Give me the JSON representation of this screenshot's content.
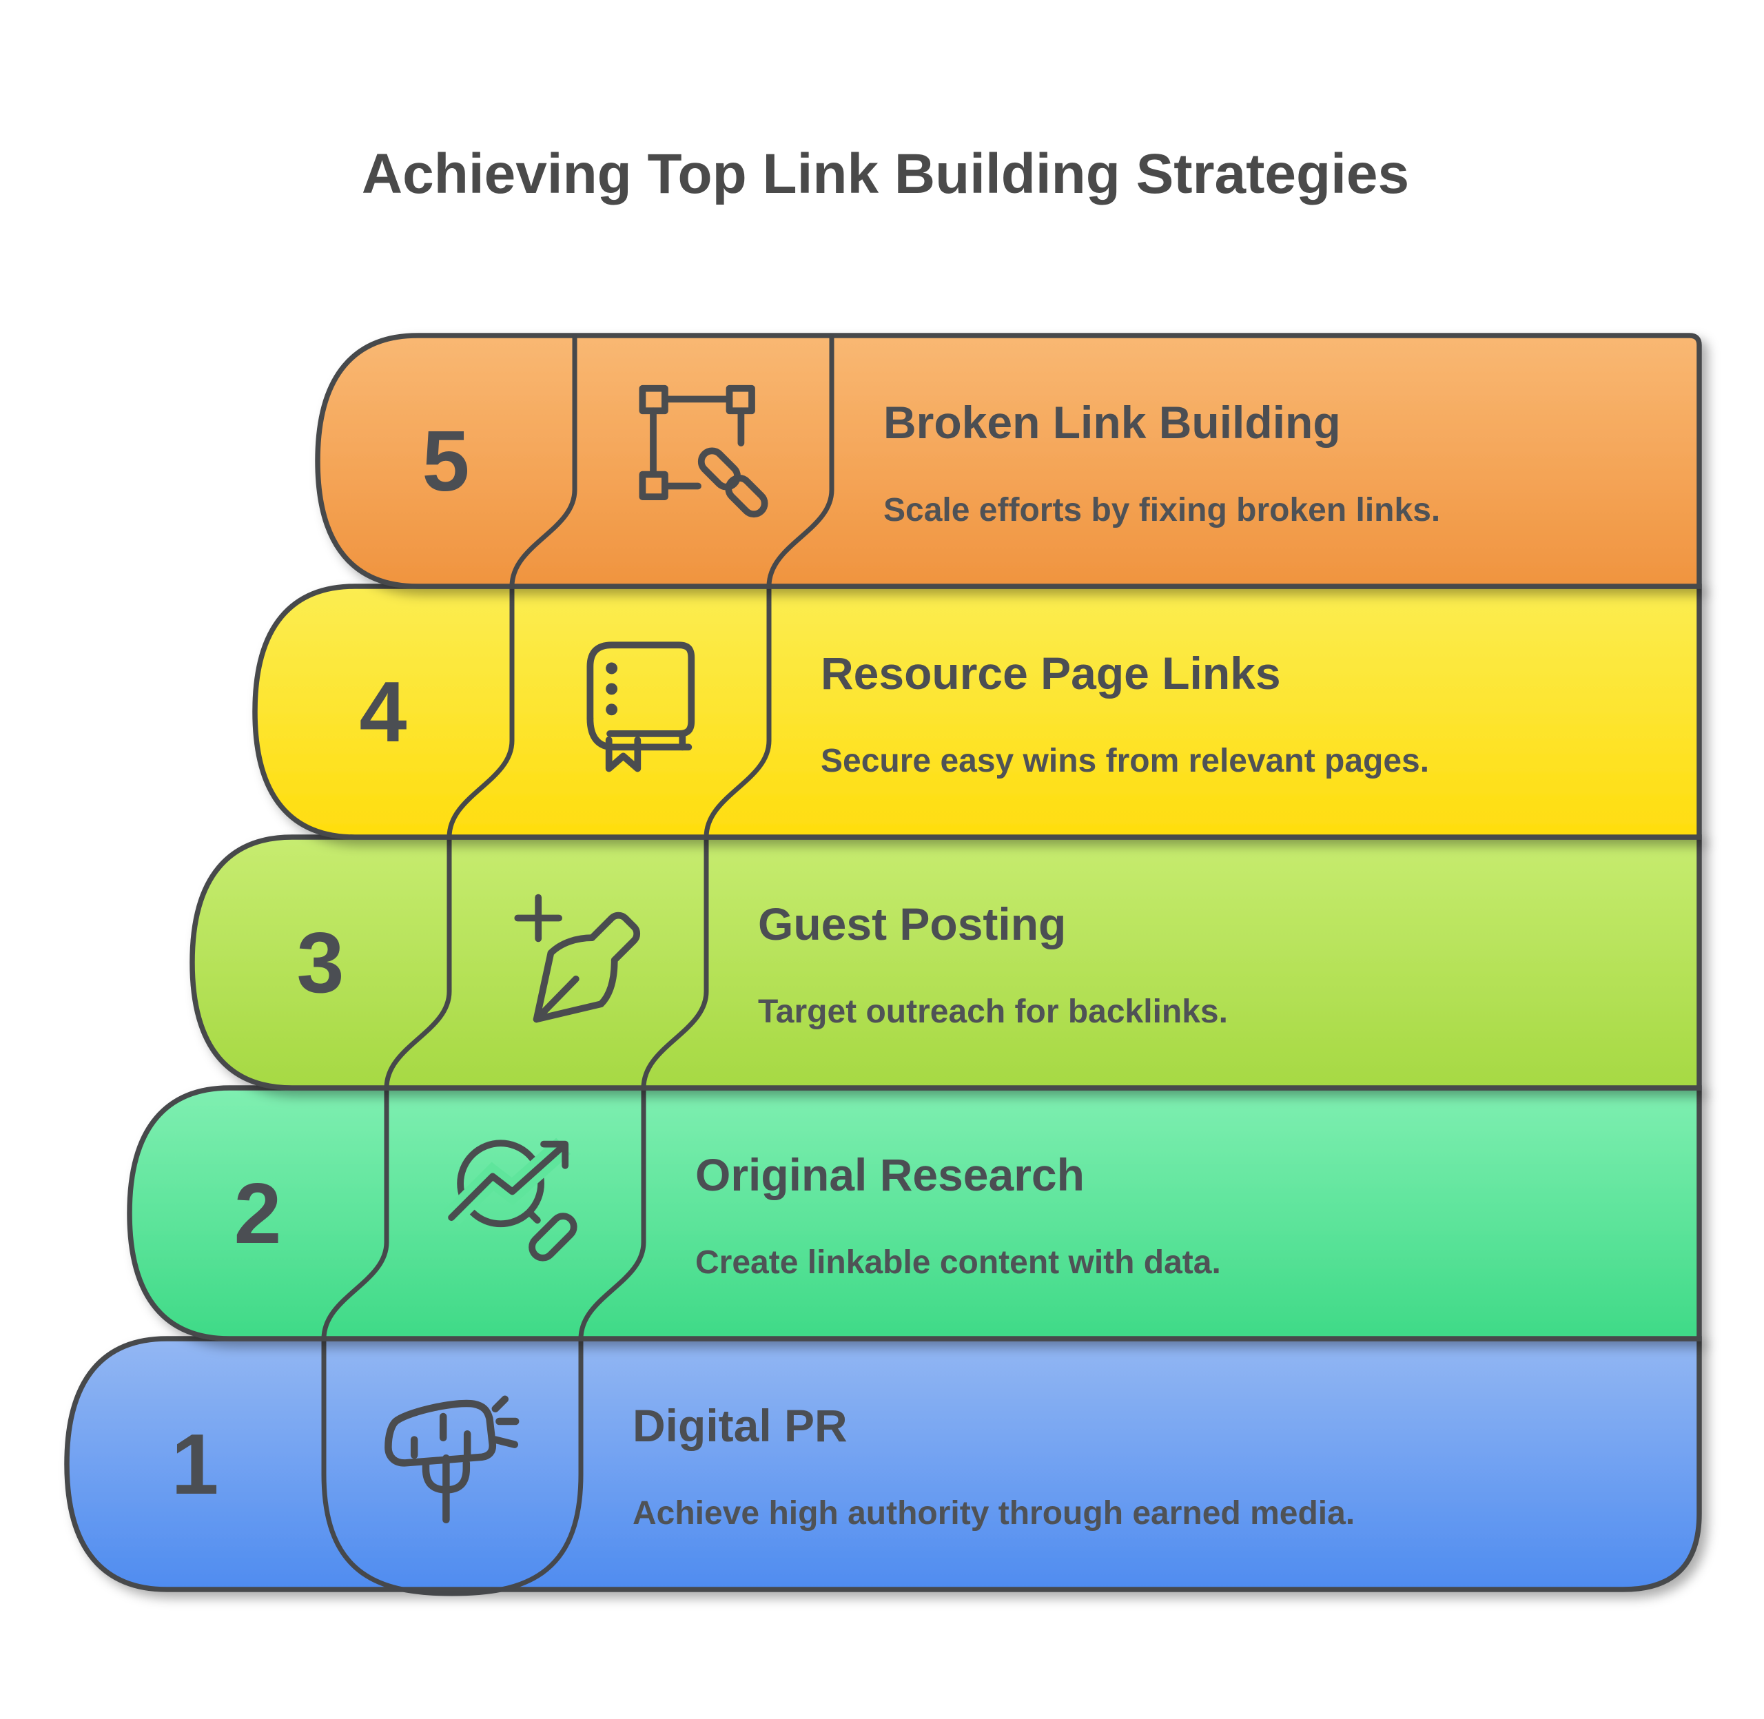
{
  "title": "Achieving Top Link Building Strategies",
  "colors": {
    "background": "#FFFFFF",
    "outline": "#46484B",
    "text": "#4B4E53",
    "title_text": "#4A4A4A"
  },
  "rows": [
    {
      "number": "5",
      "title": "Broken Link Building",
      "description": "Scale efforts by fixing broken links.",
      "icon": "crop-link-icon",
      "color_top": "#F9B873",
      "color_bottom": "#F0943F"
    },
    {
      "number": "4",
      "title": "Resource Page Links",
      "description": "Secure easy wins from relevant pages.",
      "icon": "book-bookmark-icon",
      "color_top": "#FBED52",
      "color_bottom": "#FFDD0E"
    },
    {
      "number": "3",
      "title": "Guest Posting",
      "description": "Target outreach for backlinks.",
      "icon": "pen-plus-icon",
      "color_top": "#C7EC70",
      "color_bottom": "#A6D943"
    },
    {
      "number": "2",
      "title": "Original Research",
      "description": "Create linkable content with data.",
      "icon": "magnifier-trend-icon",
      "color_top": "#7FEFB1",
      "color_bottom": "#3FDA87"
    },
    {
      "number": "1",
      "title": "Digital PR",
      "description": "Achieve high authority through earned media.",
      "icon": "megaphone-icon",
      "color_top": "#93B7F3",
      "color_bottom": "#4F8CF0"
    }
  ]
}
